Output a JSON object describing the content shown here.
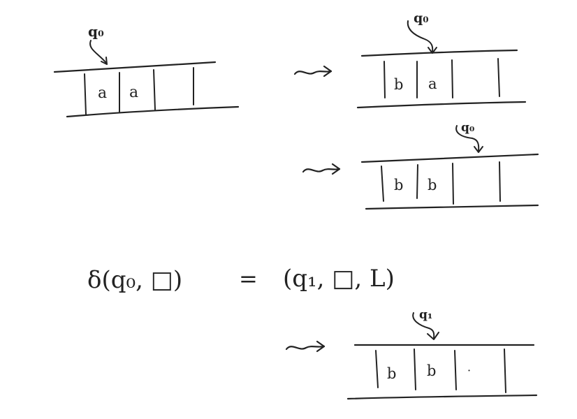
{
  "colors": {
    "ink": "#222222",
    "paper": "#ffffff"
  },
  "tapes": [
    {
      "id": "tape-1",
      "state": "q₀",
      "cells": [
        "a",
        "a",
        "",
        ""
      ]
    },
    {
      "id": "tape-2",
      "state": "q₀",
      "cells": [
        "b",
        "a",
        "",
        ""
      ]
    },
    {
      "id": "tape-3",
      "state": "q₀",
      "cells": [
        "b",
        "b",
        "",
        ""
      ]
    },
    {
      "id": "tape-4",
      "state": "q₁",
      "cells": [
        "b",
        "b",
        "·",
        ""
      ]
    }
  ],
  "transition_arrows": [
    "∿→",
    "∿→",
    "∿→"
  ],
  "equation": {
    "lhs": "δ(q₀, □)",
    "equals": "=",
    "rhs": "(q₁, □, L)"
  }
}
